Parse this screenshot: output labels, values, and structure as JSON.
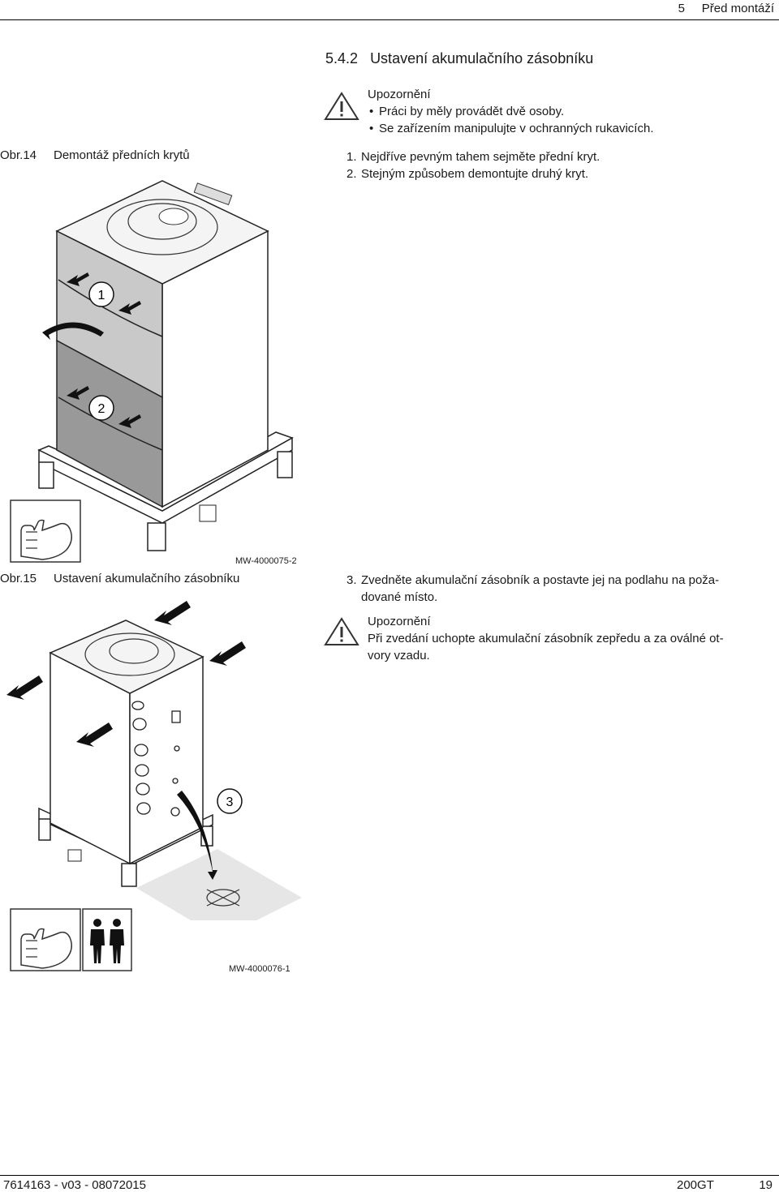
{
  "header": {
    "chapter": "5",
    "title": "Před montáží"
  },
  "section": {
    "number": "5.4.2",
    "title": "Ustavení akumulačního zásobníku"
  },
  "warning1": {
    "title": "Upozornění",
    "items": [
      "Práci by měly provádět dvě osoby.",
      "Se zařízením manipulujte v ochranných rukavicích."
    ]
  },
  "figure14": {
    "label": "Obr.14",
    "title": "Demontáž předních krytů",
    "code": "MW-4000075-2",
    "callouts": [
      "1",
      "2"
    ]
  },
  "steps1": [
    {
      "n": "1.",
      "text": "Nejdříve pevným tahem sejměte přední kryt."
    },
    {
      "n": "2.",
      "text": "Stejným způsobem demontujte druhý kryt."
    }
  ],
  "figure15": {
    "label": "Obr.15",
    "title": "Ustavení akumulačního zásobníku",
    "code": "MW-4000076-1",
    "callouts": [
      "3"
    ]
  },
  "step3": {
    "n": "3.",
    "line1": "Zvedněte akumulační zásobník a postavte jej na podlahu na poža-",
    "line2": "dované místo."
  },
  "warning2": {
    "title": "Upozornění",
    "line1": "Při zvedání uchopte akumulační zásobník zepředu a za oválné ot-",
    "line2": "vory vzadu."
  },
  "footer": {
    "doc": "7614163 - v03 - 08072015",
    "model": "200GT",
    "page": "19"
  },
  "icons": [
    "warning-triangle-icon",
    "gloves-icon",
    "two-persons-icon",
    "arrow-icon",
    "floor-target-icon"
  ]
}
